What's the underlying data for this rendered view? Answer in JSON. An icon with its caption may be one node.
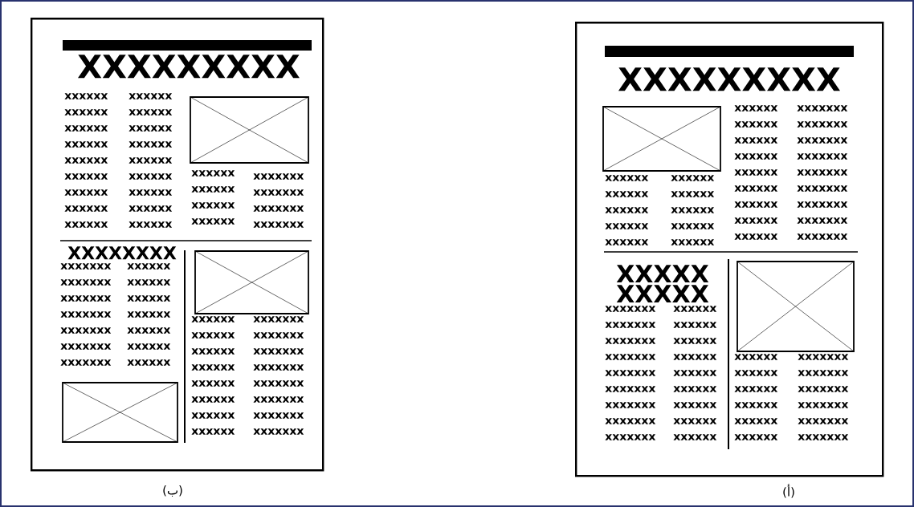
{
  "diagram": {
    "nodes": [
      {
        "text": [
          "XXXXXXXXX",
          "xxxxxx xxxxxx xxxxxx xxxxxx xxxxxx xxxxxx xxxxxx xxxxxx xxxxxx",
          "xxxxxx xxxxxx xxxxxx xxxxxx xxxxxx xxxxxx xxxxxx xxxxxx xxxxxx",
          "xxxxxx xxxxxx xxxxxx xxxxxx",
          "xxxxxxx xxxxxxx xxxxxxx xxxxxxx",
          "XXXXXXXX",
          "xxxxxxx xxxxxxx xxxxxxx xxxxxxx xxxxxxx xxxxxxx xxxxxxx",
          "xxxxxx xxxxxx xxxxxx xxxxxx xxxxxx xxxxxx xxxxxx",
          "xxxxxx xxxxxx xxxxxx xxxxxx xxxxxx xxxxxx xxxxxx xxxxxx",
          "xxxxxxx xxxxxxx xxxxxxx xxxxxxx xxxxxxx xxxxxxx xxxxxxx xxxxxxx"
        ]
      },
      {
        "text": [
          "XXXXXXXXX",
          "xxxxxx xxxxxx xxxxxx xxxxxx xxxxxx",
          "xxxxxx xxxxxx xxxxxx xxxxxx xxxxxx",
          "xxxxxx xxxxxx xxxxxx xxxxxx xxxxxx xxxxxx xxxxxx xxxxxx xxxxxx",
          "xxxxxxx xxxxxxx xxxxxxx xxxxxxx xxxxxxx xxxxxxx xxxxxxx xxxxxxx xxxxxxx",
          "XXXXX XXXXX",
          "xxxxxxx xxxxxxx xxxxxxx xxxxxxx xxxxxxx xxxxxxx xxxxxxx xxxxxxx xxxxxxx",
          "xxxxxx xxxxxx xxxxxx xxxxxx xxxxxx xxxxxx xxxxxx xxxxxx xxxxxx",
          "xxxxxx xxxxxx xxxxxx xxxxxx xxxxxx xxxxxx",
          "xxxxxxx xxxxxxx xxxxxxx xxxxxxx xxxxxxx xxxxxxx"
        ]
      }
    ],
    "labels": [
      "(ب)",
      "(أ)"
    ]
  }
}
